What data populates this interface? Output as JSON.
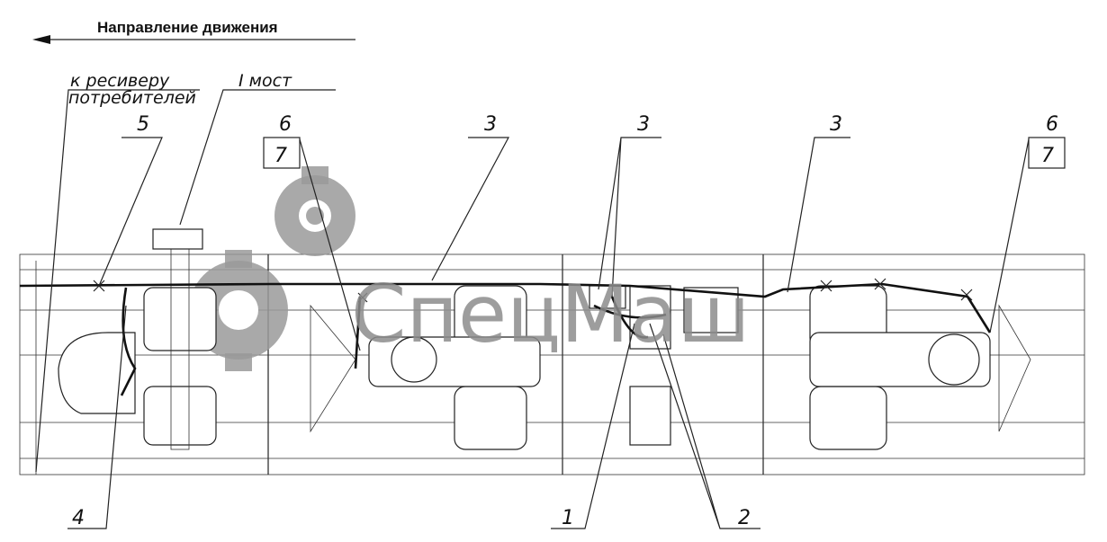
{
  "header": {
    "title": "Направление движения"
  },
  "labels": {
    "receiver_line1": "к ресиверу",
    "receiver_line2": "потребителей",
    "axle": "I мост",
    "callouts": [
      "5",
      "6",
      "7",
      "3",
      "3",
      "3",
      "6",
      "7",
      "4",
      "1",
      "2"
    ]
  },
  "watermark": {
    "text": "СпецМаш"
  }
}
